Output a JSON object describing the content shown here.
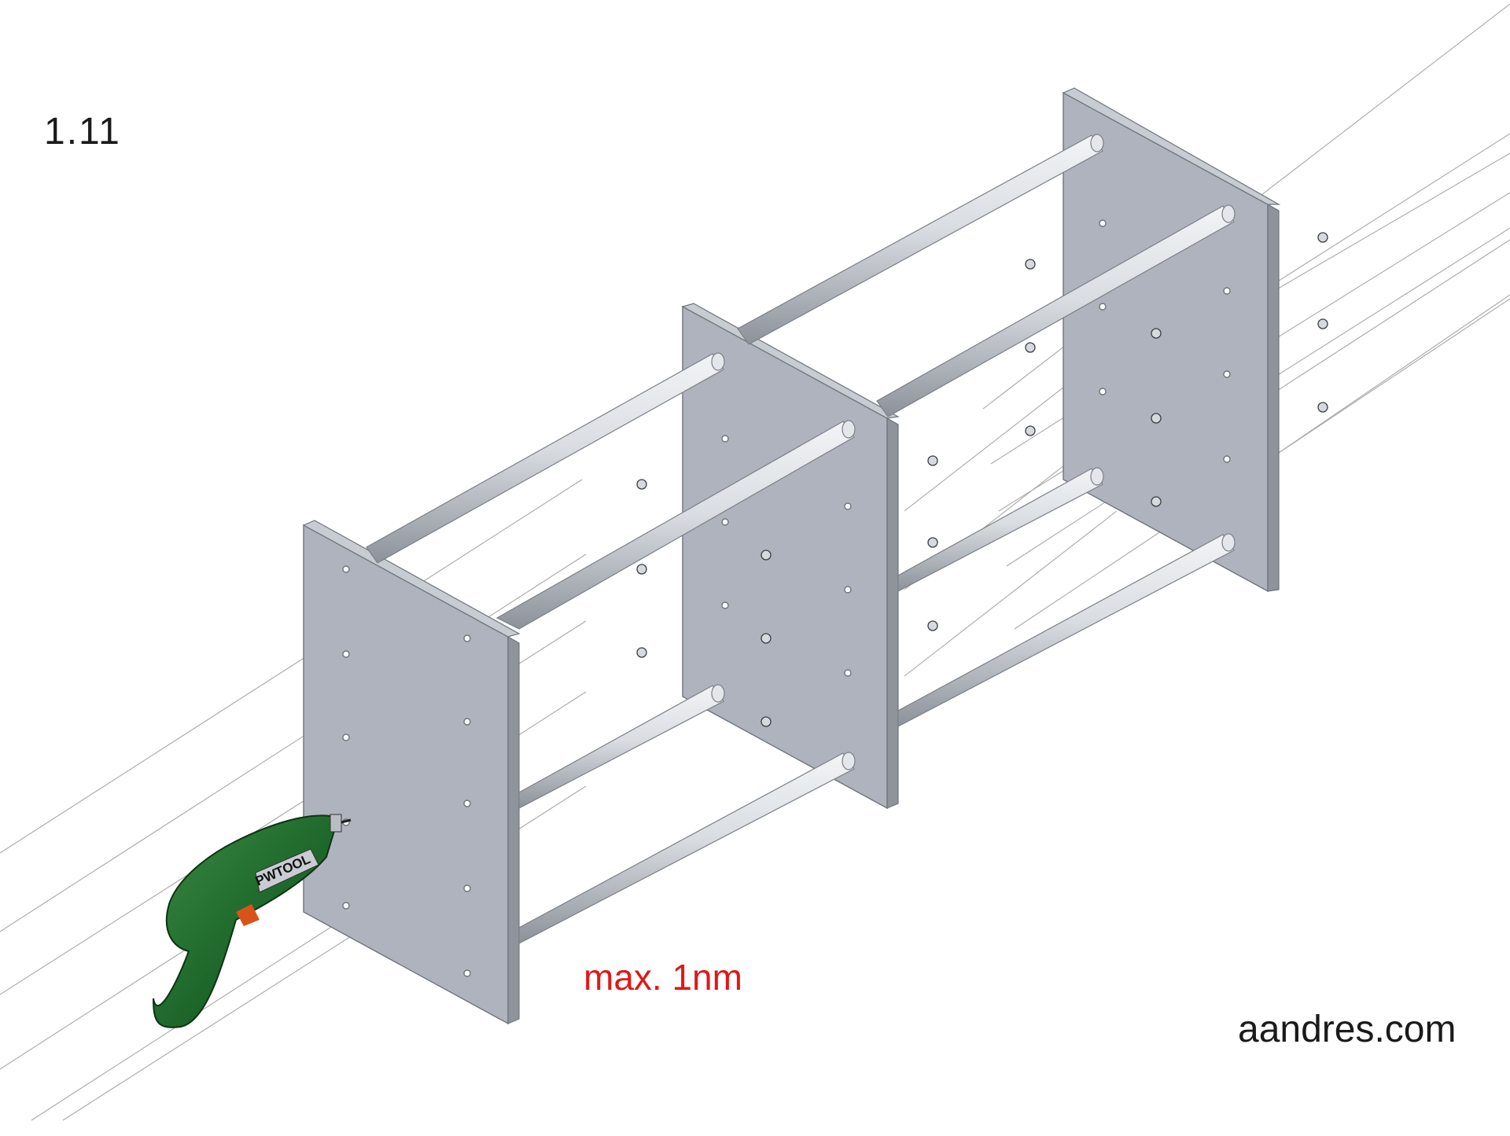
{
  "step_number": "1.11",
  "torque_note": "max. 1nm",
  "website": "aandres.com",
  "drill": {
    "brand_label": "PWTOOL",
    "icon": "cordless-screwdriver-icon",
    "color": "#1f6a2c"
  },
  "colors": {
    "panel_face": "#aeb3bd",
    "panel_edge": "#8e939c",
    "rod_light": "#e3e6ea",
    "rod_dark": "#8d929a",
    "guide_line": "#9a9a9a",
    "torque_text": "#e01818"
  }
}
